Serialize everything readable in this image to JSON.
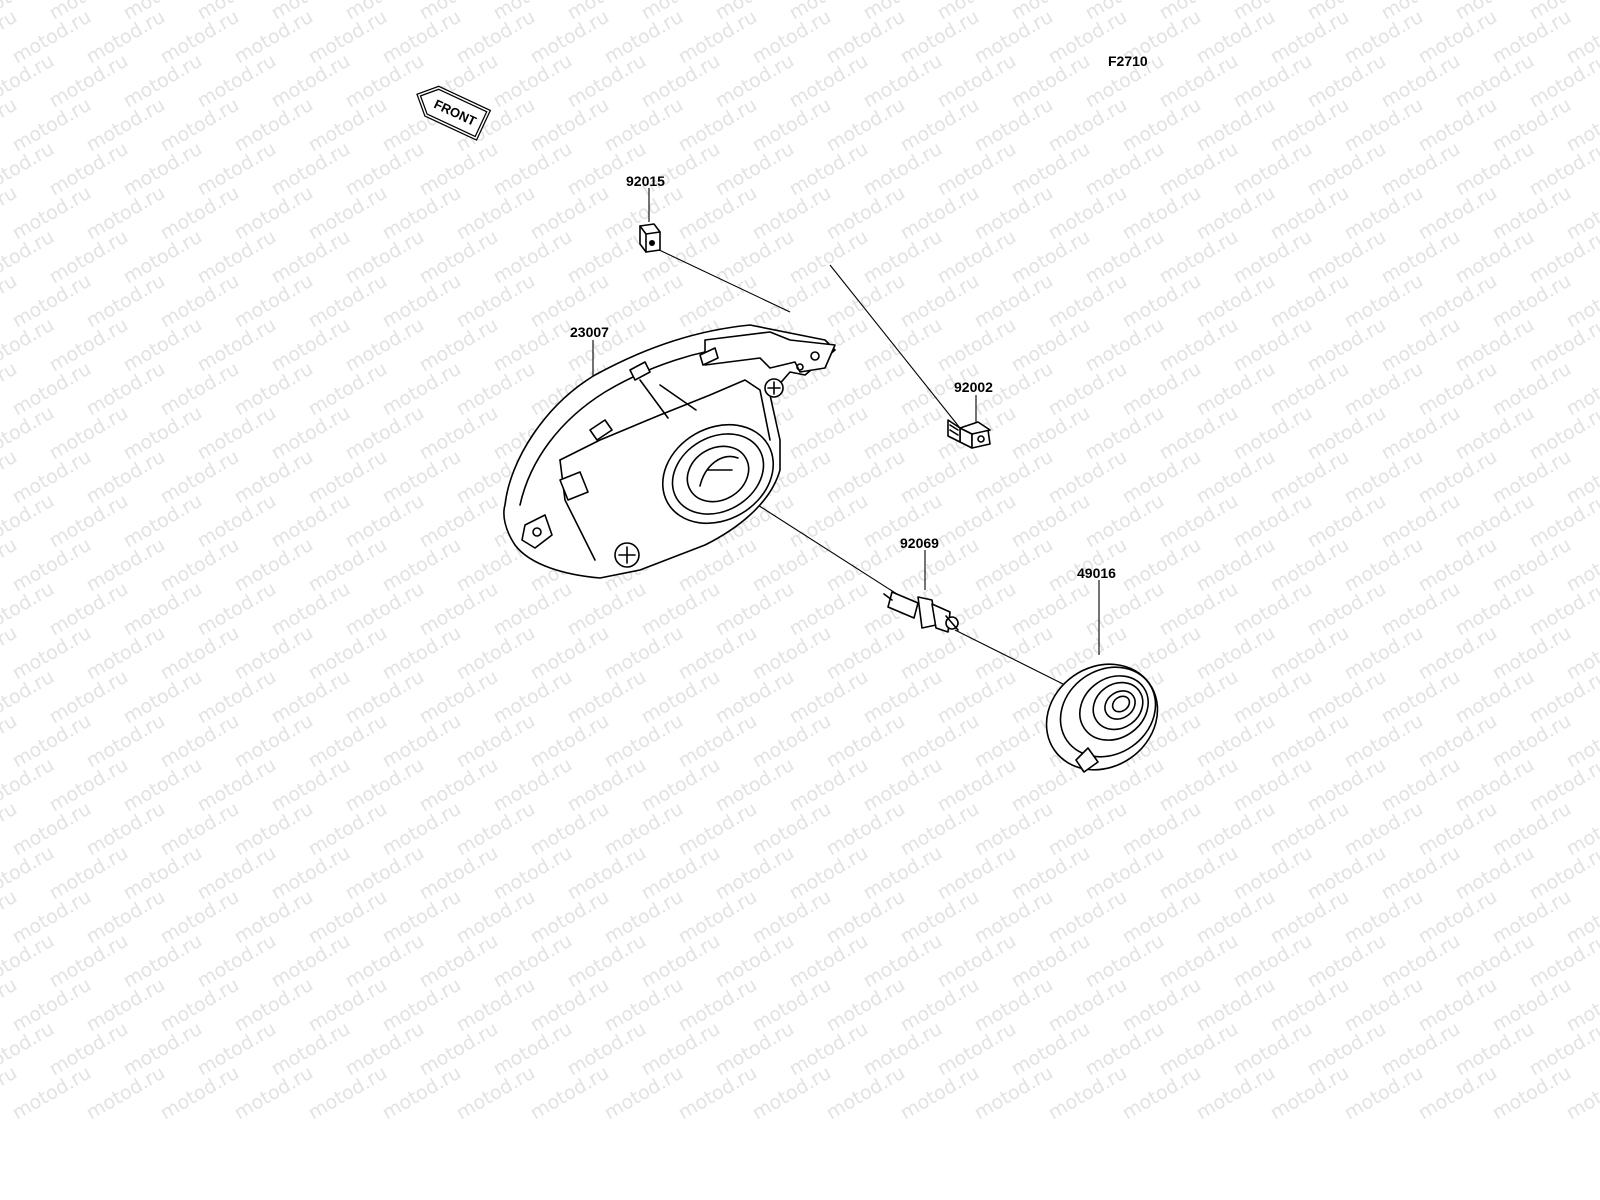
{
  "diagram_code": "F2710",
  "front_label": "FRONT",
  "watermark_text": "motod.ru",
  "parts": [
    {
      "number": "92015"
    },
    {
      "number": "23007"
    },
    {
      "number": "92002"
    },
    {
      "number": "92069"
    },
    {
      "number": "49016"
    }
  ],
  "colors": {
    "ink": "#000000",
    "background": "#ffffff",
    "watermark": "#e2e2e2"
  }
}
